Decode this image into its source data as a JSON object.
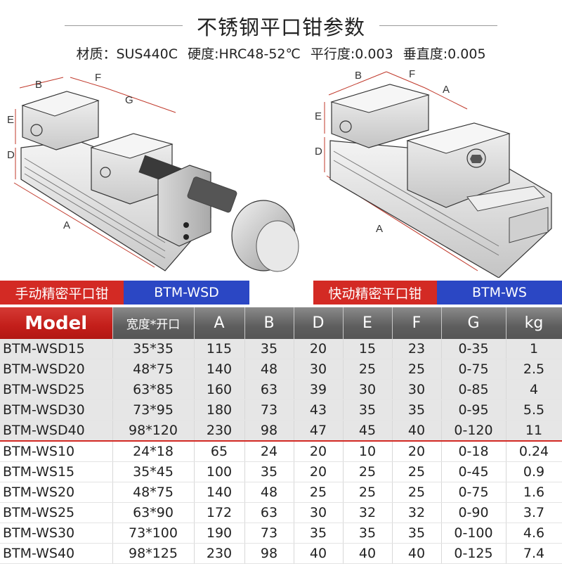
{
  "header": {
    "title": "不锈钢平口钳参数",
    "specs": [
      "材质：SUS440C",
      "硬度:HRC48-52℃",
      "平行度:0.003",
      "垂直度:0.005"
    ]
  },
  "drawings": {
    "left": {
      "labels": [
        "B",
        "F",
        "G",
        "E",
        "D",
        "A"
      ]
    },
    "right": {
      "labels": [
        "B",
        "F",
        "A",
        "E",
        "D",
        "A"
      ]
    }
  },
  "label_bars": {
    "left": {
      "cn": "手动精密平口钳",
      "model": "BTM-WSD"
    },
    "right": {
      "cn": "快动精密平口钳",
      "model": "BTM-WS"
    }
  },
  "table": {
    "headers": [
      "Model",
      "宽度*开口",
      "A",
      "B",
      "D",
      "E",
      "F",
      "G",
      "kg"
    ],
    "wsd_rows": [
      [
        "BTM-WSD15",
        "35*35",
        "115",
        "35",
        "20",
        "15",
        "23",
        "0-35",
        "1"
      ],
      [
        "BTM-WSD20",
        "48*75",
        "140",
        "48",
        "30",
        "25",
        "25",
        "0-75",
        "2.5"
      ],
      [
        "BTM-WSD25",
        "63*85",
        "160",
        "63",
        "39",
        "30",
        "30",
        "0-85",
        "4"
      ],
      [
        "BTM-WSD30",
        "73*95",
        "180",
        "73",
        "43",
        "35",
        "35",
        "0-95",
        "5.5"
      ],
      [
        "BTM-WSD40",
        "98*120",
        "230",
        "98",
        "47",
        "45",
        "40",
        "0-120",
        "11"
      ]
    ],
    "ws_rows": [
      [
        "BTM-WS10",
        "24*18",
        "65",
        "24",
        "20",
        "10",
        "20",
        "0-18",
        "0.24"
      ],
      [
        "BTM-WS15",
        "35*45",
        "100",
        "35",
        "20",
        "25",
        "25",
        "0-45",
        "0.9"
      ],
      [
        "BTM-WS20",
        "48*75",
        "140",
        "48",
        "25",
        "25",
        "25",
        "0-75",
        "1.6"
      ],
      [
        "BTM-WS25",
        "63*90",
        "172",
        "63",
        "30",
        "32",
        "32",
        "0-90",
        "3.7"
      ],
      [
        "BTM-WS30",
        "73*100",
        "190",
        "73",
        "35",
        "35",
        "35",
        "0-100",
        "4.6"
      ],
      [
        "BTM-WS40",
        "98*125",
        "230",
        "98",
        "40",
        "40",
        "40",
        "0-125",
        "7.4"
      ]
    ]
  }
}
